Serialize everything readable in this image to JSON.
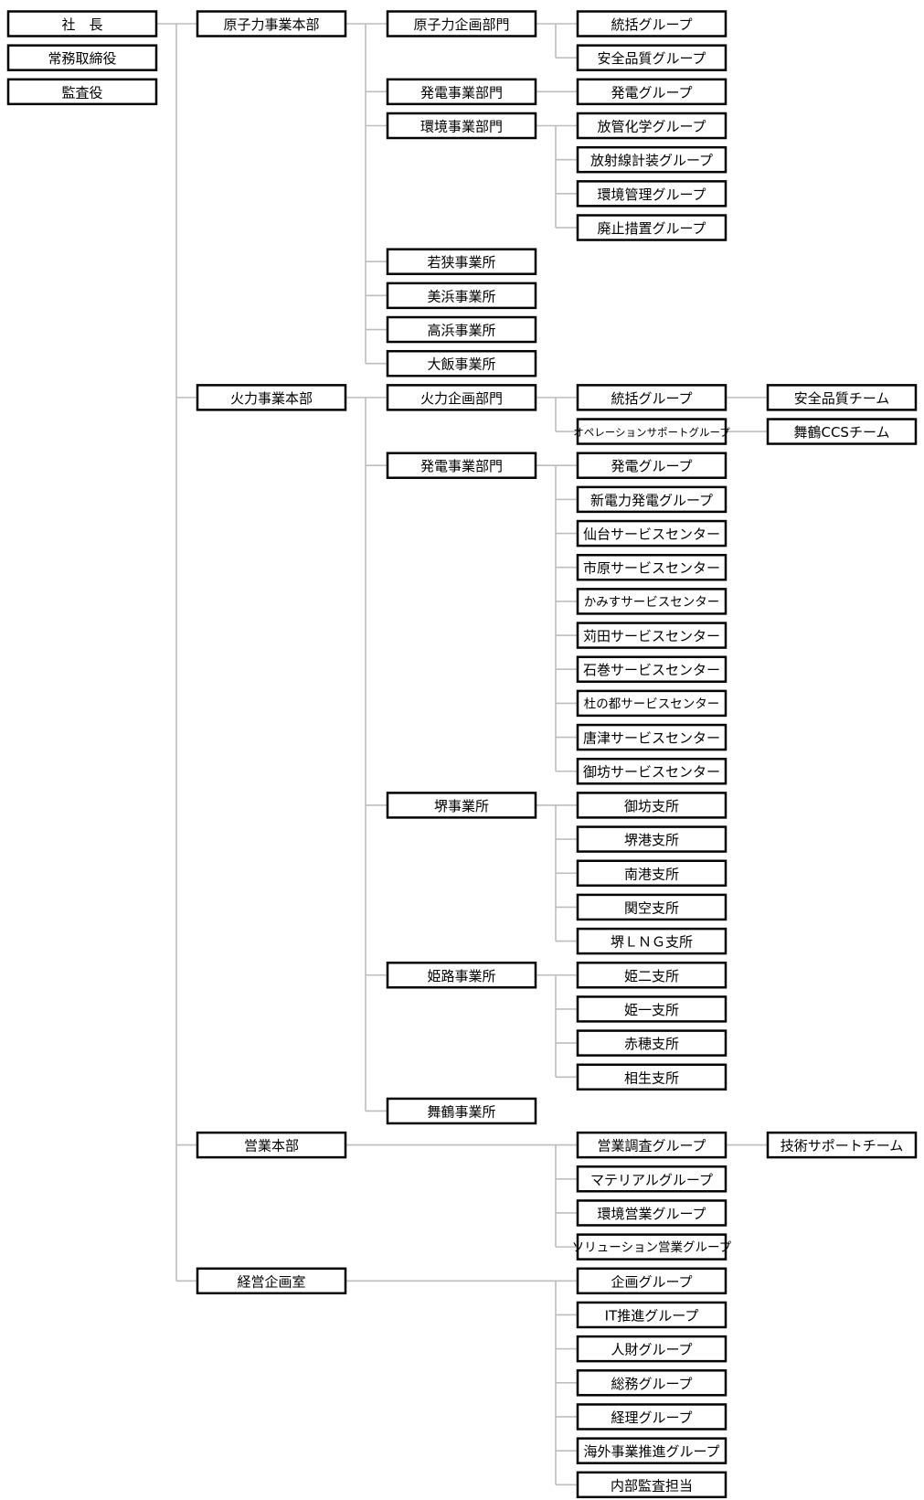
{
  "colors": {
    "box_border": "#000000",
    "connector": "#bdbdbd",
    "background": "#ffffff"
  },
  "top": {
    "president": "社　長",
    "managing_director": "常務取締役",
    "auditor": "監査役"
  },
  "nuclear": {
    "hq": "原子力事業本部",
    "planning": "原子力企画部門",
    "planning_groups": [
      "統括グループ",
      "安全品質グループ"
    ],
    "power": "発電事業部門",
    "power_groups": [
      "発電グループ"
    ],
    "environment": "環境事業部門",
    "environment_groups": [
      "放管化学グループ",
      "放射線計装グループ",
      "環境管理グループ",
      "廃止措置グループ"
    ],
    "offices": [
      "若狭事業所",
      "美浜事業所",
      "高浜事業所",
      "大飯事業所"
    ]
  },
  "thermal": {
    "hq": "火力事業本部",
    "planning": "火力企画部門",
    "planning_groups": [
      "統括グループ",
      "オペレーションサポートグループ"
    ],
    "planning_teams": [
      "安全品質チーム",
      "舞鶴CCSチーム"
    ],
    "power": "発電事業部門",
    "power_groups": [
      "発電グループ",
      "新電力発電グループ",
      "仙台サービスセンター",
      "市原サービスセンター",
      "かみすサービスセンター",
      "苅田サービスセンター",
      "石巻サービスセンター",
      "杜の都サービスセンター",
      "唐津サービスセンター",
      "御坊サービスセンター"
    ],
    "sakai": "堺事業所",
    "sakai_branches": [
      "御坊支所",
      "堺港支所",
      "南港支所",
      "関空支所",
      "堺ＬＮＧ支所"
    ],
    "himeji": "姫路事業所",
    "himeji_branches": [
      "姫二支所",
      "姫一支所",
      "赤穂支所",
      "相生支所"
    ],
    "maizuru": "舞鶴事業所"
  },
  "sales": {
    "hq": "営業本部",
    "groups": [
      "営業調査グループ",
      "マテリアルグループ",
      "環境営業グループ",
      "ソリューション営業グループ"
    ],
    "team": "技術サポートチーム"
  },
  "corporate": {
    "hq": "経営企画室",
    "groups": [
      "企画グループ",
      "IT推進グループ",
      "人財グループ",
      "総務グループ",
      "経理グループ",
      "海外事業推進グループ",
      "内部監査担当"
    ]
  }
}
